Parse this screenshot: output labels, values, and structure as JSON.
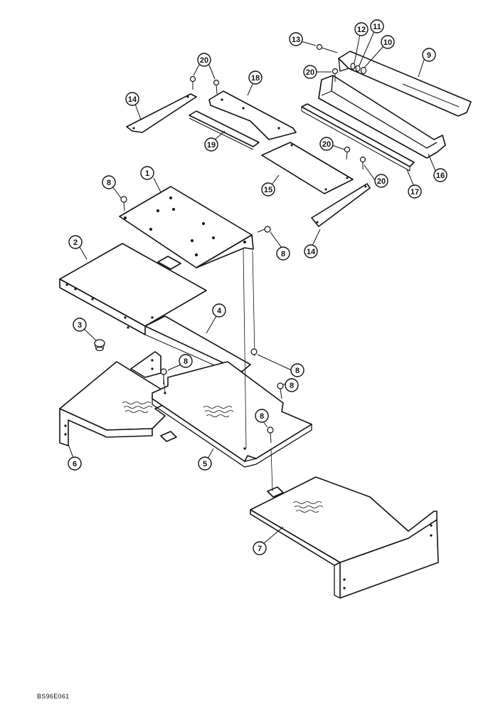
{
  "diagram": {
    "callouts": [
      "1",
      "2",
      "3",
      "4",
      "5",
      "6",
      "7",
      "8",
      "8",
      "8",
      "8",
      "8",
      "8",
      "9",
      "10",
      "11",
      "12",
      "13",
      "14",
      "14",
      "15",
      "16",
      "17",
      "18",
      "19",
      "20",
      "20",
      "20",
      "20"
    ],
    "footer_code": "BS96E061"
  }
}
